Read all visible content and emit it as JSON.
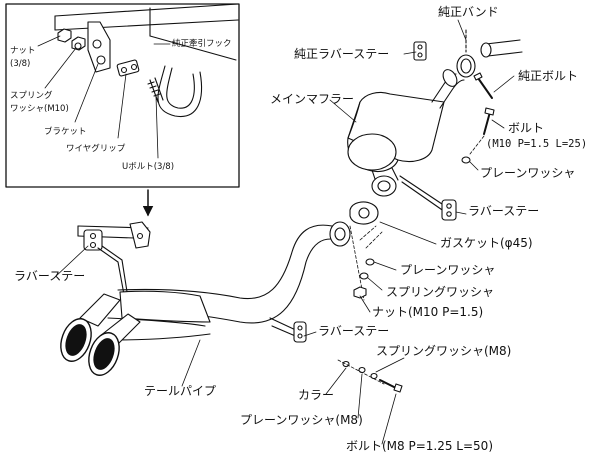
{
  "inset": {
    "nut": "ナット",
    "nut_size": "(3/8)",
    "spring_washer": "スプリング",
    "spring_washer_2": "ワッシャ(M10)",
    "bracket": "ブラケット",
    "wire_grip": "ワイヤグリップ",
    "u_bolt": "Uボルト(3/8)",
    "tow_hook": "純正牽引フック"
  },
  "labels": {
    "oem_band": "純正バンド",
    "oem_rubber_stay": "純正ラバーステー",
    "oem_bolt": "純正ボルト",
    "main_muffler": "メインマフラー",
    "bolt": "ボルト",
    "bolt_spec": "(M10 P=1.5 L=25)",
    "plain_washer_top": "プレーンワッシャ",
    "rubber_stay_right": "ラバーステー",
    "gasket": "ガスケット(φ45)",
    "plain_washer_mid": "プレーンワッシャ",
    "spring_washer_mid": "スプリングワッシャ",
    "nut_spec": "ナット(M10 P=1.5)",
    "rubber_stay_left": "ラバーステー",
    "rubber_stay_bottom": "ラバーステー",
    "spring_washer_m8": "スプリングワッシャ(M8)",
    "tail_pipe": "テールパイプ",
    "collar": "カラー",
    "plain_washer_m8": "プレーンワッシャ(M8)",
    "bolt_m8": "ボルト(M8 P=1.25 L=50)"
  }
}
